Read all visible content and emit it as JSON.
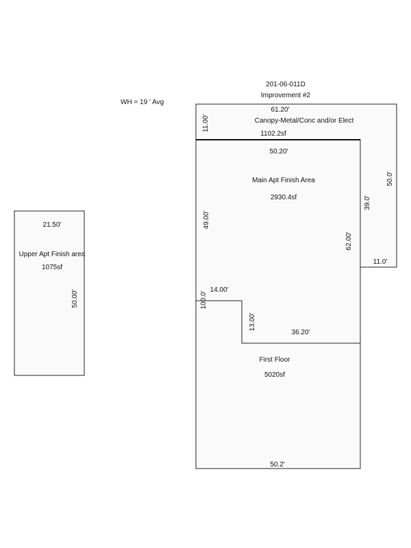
{
  "header": {
    "parcel_id": "201-06-011D",
    "improvement": "Improvement #2",
    "wall_height": "WH =  19 ' Avg"
  },
  "canopy": {
    "name": "Canopy-Metal/Conc and/or Elect",
    "area": "1102.2sf",
    "dim_top": "61.20'",
    "dim_left": "11.00'",
    "dim_right": "50.0'",
    "dim_bottom": "11.0'"
  },
  "main_apt": {
    "name": "Main Apt Finish Area",
    "area": "2930.4sf",
    "dim_top": "50.20'",
    "dim_left": "49.00'",
    "dim_right_outer": "39.0'",
    "dim_right_inner": "62.00'",
    "dim_notch_top": "14.00'",
    "dim_notch_side": "13.00'",
    "dim_notch_bottom": "36.20'"
  },
  "first_floor": {
    "name": "First Floor",
    "area": "5020sf",
    "dim_left": "100.0'",
    "dim_bottom": "50.2'"
  },
  "upper_apt": {
    "name": "Upper Apt Finish area",
    "area": "1075sf",
    "dim_top": "21.50'",
    "dim_right": "50.00'"
  }
}
